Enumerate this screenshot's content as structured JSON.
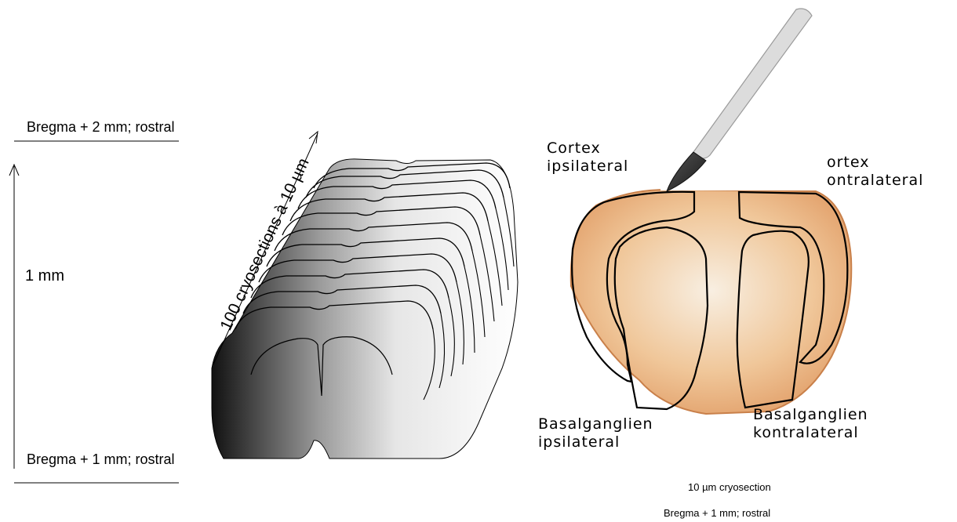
{
  "left_panel": {
    "top_label": "Bregma + 2 mm; rostral",
    "distance_label": "1 mm",
    "bottom_label": "Bregma + 1 mm; rostral"
  },
  "stack": {
    "sections_label": "100 cryosections à 10 µm"
  },
  "right_panel": {
    "cortex_ipsi": [
      "Cortex",
      "ipsilateral"
    ],
    "cortex_contra": [
      "ortex",
      "ontralateral"
    ],
    "bg_ipsi": [
      "Basalganglien",
      "ipsilateral"
    ],
    "bg_contra": [
      "Basalganglien",
      "kontralateral"
    ],
    "caption_line1": "10 µm cryosection",
    "caption_line2": "Bregma + 1 mm; rostral"
  }
}
